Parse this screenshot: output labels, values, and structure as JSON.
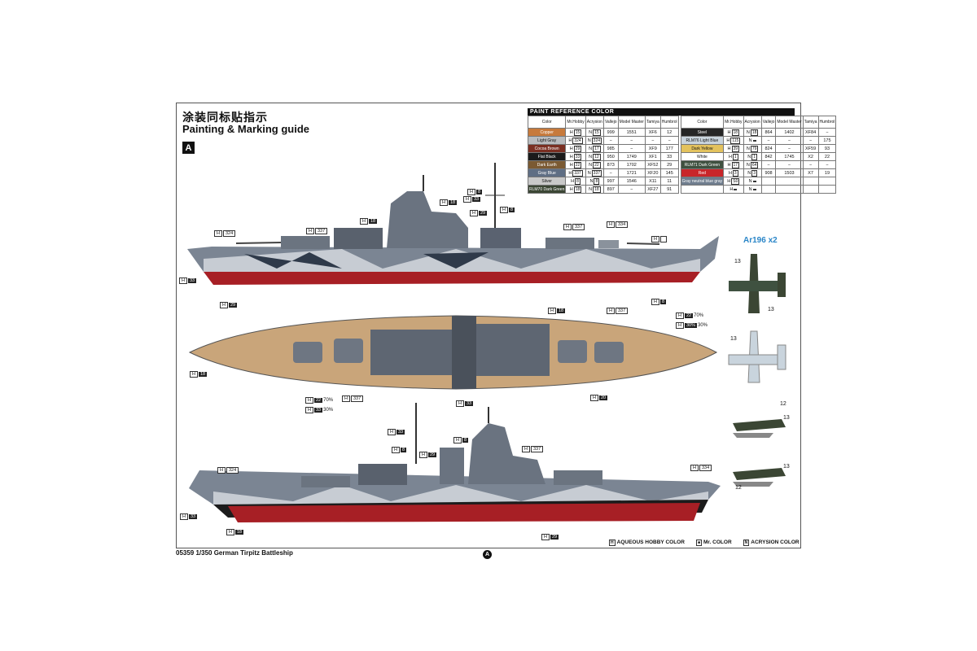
{
  "title_cn": "涂装同标贴指示",
  "title_en": "Painting & Marking guide",
  "section_label": "A",
  "footer_code": "05359 1/350 German Tirpitz Battleship",
  "footer_badge": "A",
  "aircraft_title": "Ar196 x2",
  "paint_reference": {
    "header": "PAINT REFERENCE COLOR",
    "columns": [
      "Color",
      "Mr.Hobby",
      "Acrysion",
      "Vallejo",
      "Model Master",
      "Tamiya",
      "Humbrol"
    ],
    "left": [
      {
        "name": "Copper",
        "swatch": "#c77a3c",
        "h": "15",
        "n": "15",
        "vallejo": "999",
        "mm": "1551",
        "tamiya": "XF6",
        "humbrol": "12"
      },
      {
        "name": "Light Gray",
        "swatch": "#b9bcbf",
        "h": "324",
        "n": "324",
        "vallejo": "−",
        "mm": "−",
        "tamiya": "−",
        "humbrol": "−"
      },
      {
        "name": "Cocoa Brown",
        "swatch": "#7a2f22",
        "h": "29",
        "n": "17",
        "vallejo": "985",
        "mm": "−",
        "tamiya": "XF9",
        "humbrol": "177"
      },
      {
        "name": "Flat Black",
        "swatch": "#1b1b1b",
        "h": "33",
        "n": "12",
        "vallejo": "950",
        "mm": "1749",
        "tamiya": "XF1",
        "humbrol": "33"
      },
      {
        "name": "Dark Earth",
        "swatch": "#7b5a33",
        "h": "22",
        "n": "22",
        "vallejo": "873",
        "mm": "1702",
        "tamiya": "XF52",
        "humbrol": "29"
      },
      {
        "name": "Gray Blue",
        "swatch": "#5f6e84",
        "h": "337",
        "n": "337",
        "vallejo": "−",
        "mm": "1721",
        "tamiya": "XF20",
        "humbrol": "145"
      },
      {
        "name": "Silver",
        "swatch": "#c9c9c9",
        "h": "8",
        "n": "8",
        "vallejo": "997",
        "mm": "1546",
        "tamiya": "X11",
        "humbrol": "11"
      },
      {
        "name": "RLM70 Dark Green",
        "swatch": "#3b4634",
        "h": "18",
        "n": "18",
        "vallejo": "897",
        "mm": "−",
        "tamiya": "XF27",
        "humbrol": "91"
      }
    ],
    "right": [
      {
        "name": "Steel",
        "swatch": "#262626",
        "h": "18",
        "n": "18",
        "vallejo": "864",
        "mm": "1402",
        "tamiya": "XF84",
        "humbrol": "−"
      },
      {
        "name": "RLM76 Light Blue",
        "swatch": "#c9d4dd",
        "h": "115",
        "n": "",
        "vallejo": "−",
        "mm": "−",
        "tamiya": "−",
        "humbrol": "175"
      },
      {
        "name": "Dark Yellow",
        "swatch": "#e3c25d",
        "h": "39",
        "n": "79",
        "vallejo": "824",
        "mm": "−",
        "tamiya": "XF59",
        "humbrol": "93"
      },
      {
        "name": "White",
        "swatch": "#ffffff",
        "h": "1",
        "n": "1",
        "vallejo": "842",
        "mm": "1745",
        "tamiya": "X2",
        "humbrol": "22"
      },
      {
        "name": "RLM71 Dark Green",
        "swatch": "#3f5140",
        "h": "17",
        "n": "64",
        "vallejo": "−",
        "mm": "−",
        "tamiya": "−",
        "humbrol": "−"
      },
      {
        "name": "Red",
        "swatch": "#c8262a",
        "h": "3",
        "n": "3",
        "vallejo": "908",
        "mm": "1503",
        "tamiya": "X7",
        "humbrol": "19"
      },
      {
        "name": "Gray neutral blue gray",
        "swatch": "#6f7d8e",
        "h": "S0",
        "n": "",
        "vallejo": "",
        "mm": "",
        "tamiya": "",
        "humbrol": ""
      },
      {
        "name": "",
        "swatch": "#ffffff",
        "h": "",
        "n": "",
        "vallejo": "",
        "mm": "",
        "tamiya": "",
        "humbrol": ""
      }
    ]
  },
  "legend": {
    "aqueous": "AQUEOUS HOBBY COLOR",
    "mr": "Mr. COLOR",
    "acrysion": "ACRYSION COLOR"
  },
  "callouts": {
    "c1": "18",
    "c2": "8",
    "c3": "33",
    "c4": "29",
    "c5": "8",
    "c6": "324",
    "c7": "337",
    "c8": "337",
    "c9": "334",
    "c10": "33",
    "c11": "29",
    "c12": "8",
    "c13": "33",
    "c14": "18",
    "c15": "337",
    "c16": "22",
    "c17": "70%",
    "c18": "30%",
    "c19": "22",
    "c20": "33",
    "c21": "18",
    "c22": "20",
    "c23": "33",
    "c24": "337",
    "c25": "33",
    "c26": "8",
    "c27": "29",
    "c28": "8",
    "c29": "337",
    "c30": "324",
    "c31": "334",
    "c32": "33",
    "c33": "18",
    "c34": "29"
  },
  "plane_labels": {
    "p13a": "13",
    "p13b": "13",
    "p13c": "13",
    "p12a": "12",
    "p12b": "12",
    "p13d": "13",
    "p13e": "13"
  }
}
